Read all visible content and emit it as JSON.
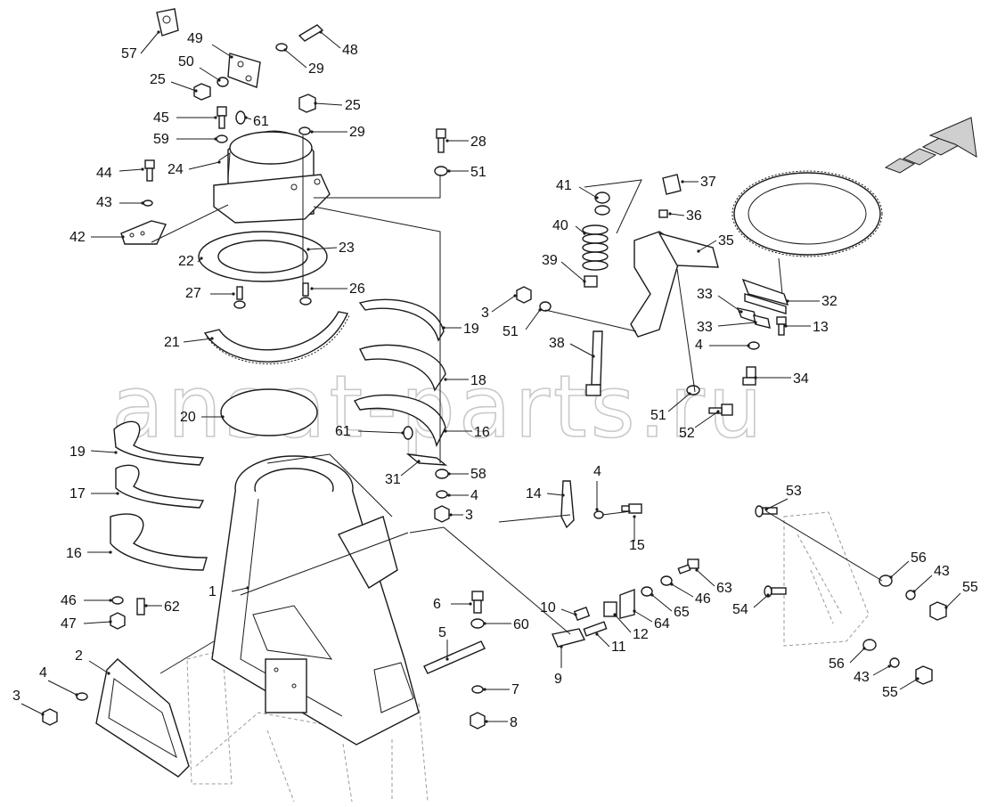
{
  "watermark": "ansat-parts.ru",
  "colors": {
    "line": "#1a1a1a",
    "watermark": "#c9c9c9",
    "background": "#ffffff"
  },
  "labels": [
    "57",
    "49",
    "50",
    "25",
    "48",
    "29",
    "25",
    "45",
    "61",
    "59",
    "29",
    "28",
    "44",
    "24",
    "51",
    "43",
    "42",
    "23",
    "22",
    "27",
    "26",
    "21",
    "3",
    "51",
    "19",
    "18",
    "20",
    "61",
    "16",
    "19",
    "31",
    "58",
    "4",
    "3",
    "17",
    "16",
    "1",
    "46",
    "47",
    "62",
    "2",
    "4",
    "3",
    "6",
    "60",
    "5",
    "7",
    "8",
    "14",
    "4",
    "15",
    "10",
    "12",
    "11",
    "9",
    "64",
    "65",
    "46",
    "63",
    "41",
    "37",
    "36",
    "40",
    "39",
    "35",
    "32",
    "33",
    "33",
    "13",
    "4",
    "34",
    "38",
    "51",
    "52",
    "53",
    "56",
    "43",
    "55",
    "54",
    "56",
    "43",
    "55"
  ],
  "icons": [
    "direction-arrow-icon"
  ]
}
